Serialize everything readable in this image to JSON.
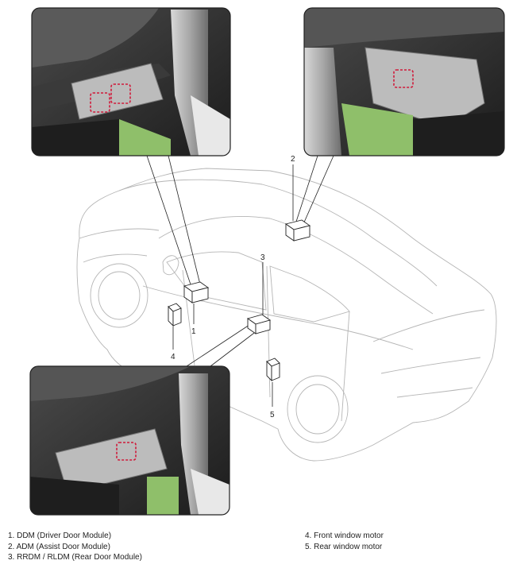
{
  "callouts": {
    "c1": "1",
    "c2": "2",
    "c3": "3",
    "c4": "4",
    "c5": "5"
  },
  "legend": {
    "left": [
      "1. DDM (Driver Door Module)",
      "2. ADM (Assist Door Module)",
      "3. RRDM / RLDM (Rear Door Module)"
    ],
    "right": [
      "4. Front window motor",
      "5. Rear window motor"
    ]
  },
  "colors": {
    "car_line": "#b5b5b5",
    "panel_dark": "#2e2e2e",
    "highlight": "#d01a3a",
    "ground_green": "#8fbf6a",
    "frame": "#222222"
  },
  "icons": {
    "switch": "window-switch-icon",
    "module": "module-box-icon",
    "motor": "motor-box-icon"
  }
}
